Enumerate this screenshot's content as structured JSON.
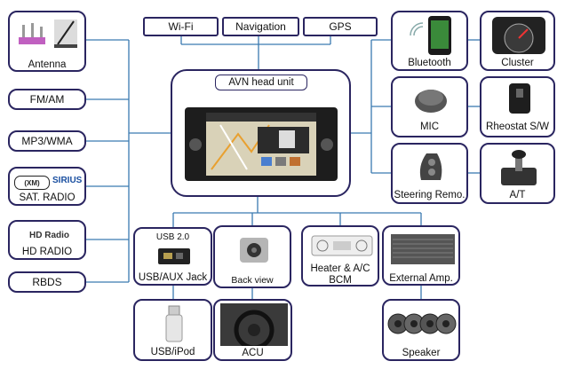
{
  "top_bar": [
    "Wi-Fi",
    "Navigation",
    "GPS"
  ],
  "center": {
    "title": "AVN head unit"
  },
  "left": {
    "antenna": "Antenna",
    "fm_am": "FM/AM",
    "mp3": "MP3/WMA",
    "sat_radio": "SAT. RADIO",
    "sat_logo_xm": "(XM)",
    "sat_logo_sirius": "SIRIUS",
    "hd_radio": "HD RADIO",
    "hd_logo": "HD Radio",
    "rbds": "RBDS"
  },
  "right": {
    "bluetooth": "Bluetooth",
    "cluster": "Cluster",
    "mic": "MIC",
    "rheostat": "Rheostat S/W",
    "steering": "Steering Remo.",
    "at": "A/T"
  },
  "bottom": {
    "usb_title": "USB 2.0",
    "usb_aux": "USB/AUX Jack",
    "camera": "Back view camera",
    "heater": "Heater & A/C\nBCM",
    "amp": "External Amp.",
    "usb_ipod": "USB/iPod",
    "acu": "ACU",
    "speaker": "Speaker"
  },
  "colors": {
    "border": "#2a2560",
    "wire": "#3a7ab0"
  }
}
